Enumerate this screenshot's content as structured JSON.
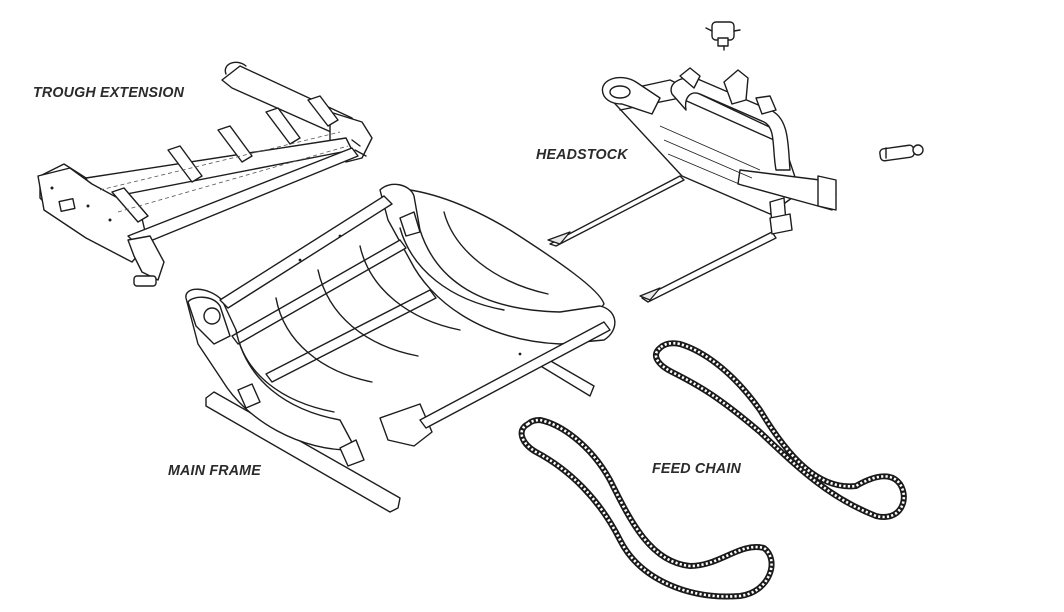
{
  "labels": {
    "trough_extension": "TROUGH EXTENSION",
    "headstock": "HEADSTOCK",
    "main_frame": "MAIN FRAME",
    "feed_chain": "FEED CHAIN"
  },
  "colors": {
    "line": "#1d1d1d",
    "label": "#2b2b2b",
    "background": "#ffffff"
  }
}
